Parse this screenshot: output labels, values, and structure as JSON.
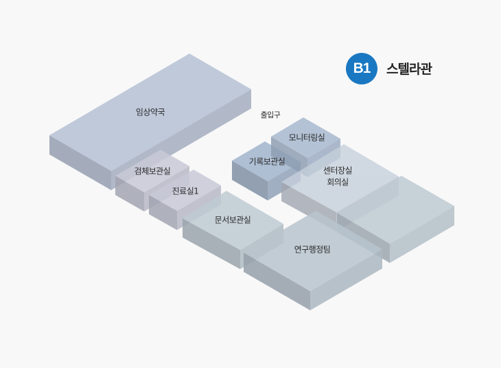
{
  "header": {
    "floor_badge": "B1",
    "building_name": "스텔라관",
    "badge_color": "#1a78c2"
  },
  "entrance": {
    "label": "출입구"
  },
  "rooms": [
    {
      "id": "pharmacy",
      "label": "임상약국"
    },
    {
      "id": "specimen-storage",
      "label": "검체보관실"
    },
    {
      "id": "clinic-1",
      "label": "진료실1"
    },
    {
      "id": "document-storage",
      "label": "문서보관실"
    },
    {
      "id": "record-storage",
      "label": "기록보관실"
    },
    {
      "id": "monitoring-room",
      "label": "모니터링실"
    },
    {
      "id": "director-office",
      "label": "센터장실",
      "label2": "회의실"
    },
    {
      "id": "research-admin",
      "label": "연구행정팀"
    }
  ],
  "colors": {
    "background": "#f8f8f8",
    "pharmacy_top": "#bec8d8",
    "purple_top": "#c8cad8",
    "blue_top": "#a8b9d0",
    "gray_top": "#bfcbd4"
  }
}
